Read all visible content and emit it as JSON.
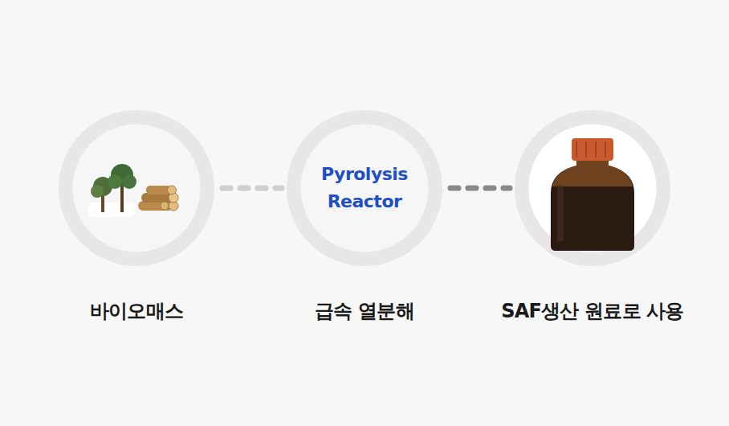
{
  "diagram": {
    "nodes": [
      {
        "text": [
          "바이오매스"
        ]
      },
      {
        "text": [
          "Pyrolysis Reactor",
          "급속 열분해"
        ]
      },
      {
        "text": [
          "SAF생산 원료로 사용"
        ]
      }
    ],
    "edges": [
      {
        "from": 0,
        "to": 1,
        "arrow": "none"
      },
      {
        "from": 1,
        "to": 2,
        "arrow": "none"
      }
    ]
  }
}
